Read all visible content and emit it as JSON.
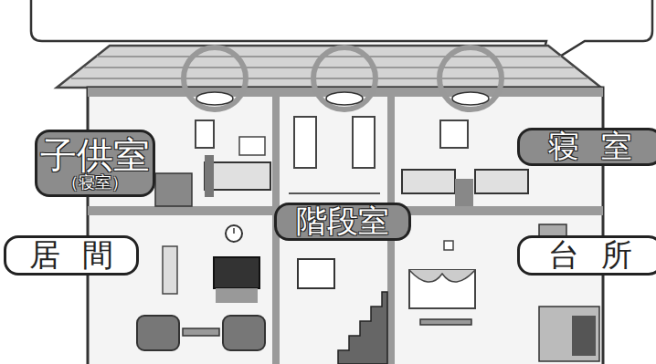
{
  "diagram": {
    "nodes": [
      {
        "text": [
          "子供室",
          "（寝室）"
        ]
      },
      {
        "text": [
          "寝室"
        ]
      },
      {
        "text": [
          "階段室"
        ]
      },
      {
        "text": [
          "居間"
        ]
      },
      {
        "text": [
          "台所"
        ]
      }
    ]
  }
}
